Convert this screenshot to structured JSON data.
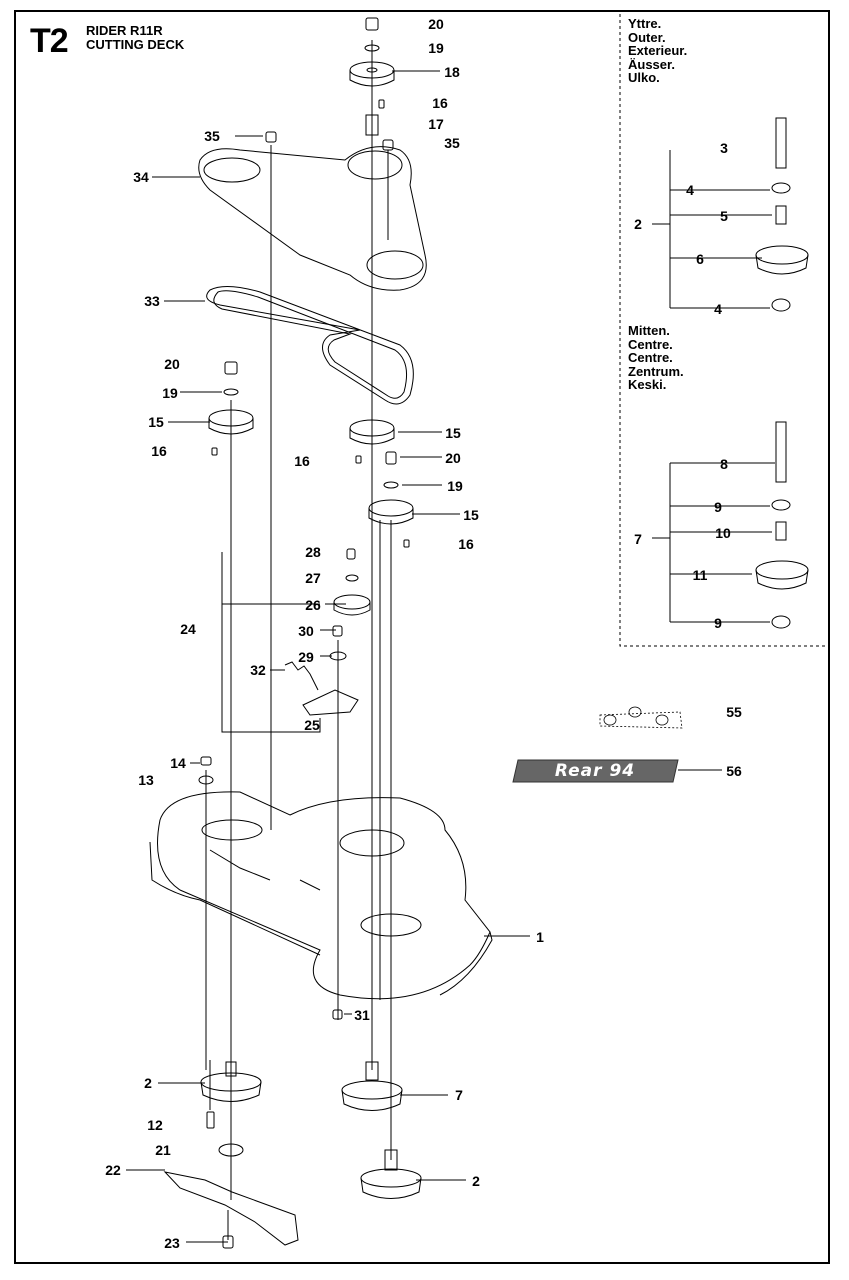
{
  "header": {
    "code": "T2",
    "model": "RIDER R11R",
    "section": "CUTTING DECK"
  },
  "legend_outer": [
    "Yttre.",
    "Outer.",
    "Exterieur.",
    "Äusser.",
    "Ulko."
  ],
  "legend_centre": [
    "Mitten.",
    "Centre.",
    "Centre.",
    "Zentrum.",
    "Keski."
  ],
  "decal_text": "Rear 94",
  "labels": {
    "p20a": "20",
    "p19a": "19",
    "p18": "18",
    "p16a": "16",
    "p17": "17",
    "p35a": "35",
    "p35b": "35",
    "p34": "34",
    "p33": "33",
    "p20b": "20",
    "p19b": "19",
    "p15a": "15",
    "p16b": "16",
    "p16c": "16",
    "p15b": "15",
    "p20c": "20",
    "p19c": "19",
    "p15c": "15",
    "p16d": "16",
    "p28": "28",
    "p27": "27",
    "p26": "26",
    "p24": "24",
    "p30": "30",
    "p29": "29",
    "p32": "32",
    "p25": "25",
    "p14": "14",
    "p13": "13",
    "p1": "1",
    "p31": "31",
    "p2a": "2",
    "p7": "7",
    "p12": "12",
    "p21": "21",
    "p22": "22",
    "p2b": "2",
    "p23": "23",
    "r3": "3",
    "r2": "2",
    "r4a": "4",
    "r5": "5",
    "r6": "6",
    "r4b": "4",
    "r8": "8",
    "r7": "7",
    "r9a": "9",
    "r10": "10",
    "r11": "11",
    "r9b": "9",
    "p55": "55",
    "p56": "56"
  }
}
